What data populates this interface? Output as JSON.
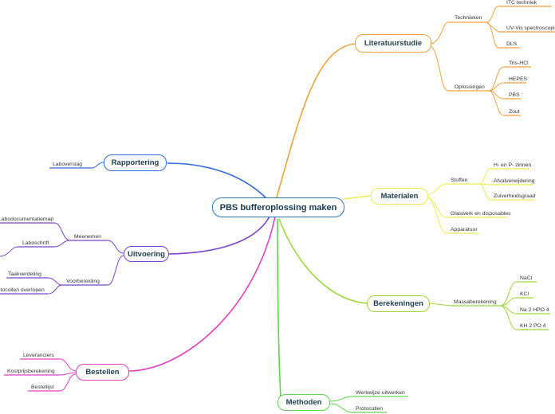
{
  "central": "PBS bufferoplossing maken",
  "colors": {
    "literatuurstudie": "#f2a13a",
    "materialen": "#eded4c",
    "berekeningen": "#9bd93b",
    "methoden": "#5ed64a",
    "bestellen": "#e23fc3",
    "uitvoering": "#7b43d1",
    "rapportering": "#2f6bde"
  },
  "branches": {
    "literatuurstudie": {
      "label": "Literatuurstudie",
      "technieken": {
        "label": "Technieken",
        "items": [
          "ITC techniek",
          "UV-Vis spectroscopie",
          "DLS"
        ]
      },
      "oplossingen": {
        "label": "Oplossingen",
        "items": [
          "Tris-HCl",
          "HEPES",
          "PBS",
          "Zout"
        ]
      }
    },
    "materialen": {
      "label": "Materialen",
      "stoffen": {
        "label": "Stoffen",
        "items": [
          "H- en P- zinnen",
          "Afvalverwijdering",
          "Zuiverheidsgraad"
        ]
      },
      "items": [
        "Glaswerk en disposables",
        "Apparatuur"
      ]
    },
    "berekeningen": {
      "label": "Berekeningen",
      "massa": {
        "label": "Massaberekening",
        "items": [
          "NaCl",
          "KCl",
          "Na 2 HPO 4",
          "KH 2 PO 4"
        ]
      }
    },
    "methoden": {
      "label": "Methoden",
      "items": [
        "Werkwijze uitwerken",
        "Protocollen"
      ]
    },
    "bestellen": {
      "label": "Bestellen",
      "items": [
        "Leveranciers",
        "Kostprijsberekening",
        "Bestellijst"
      ]
    },
    "uitvoering": {
      "label": "Uitvoering",
      "meenemen": {
        "label": "Meenemen",
        "items": [
          "Labodocumentatiemap",
          "Laboschrift"
        ]
      },
      "voorbereiding": {
        "label": "Voorbereiding",
        "items": [
          "Taakverdeling",
          "Protocollen overlopen"
        ]
      }
    },
    "rapportering": {
      "label": "Rapportering",
      "items": [
        "Laboverslag"
      ]
    }
  }
}
